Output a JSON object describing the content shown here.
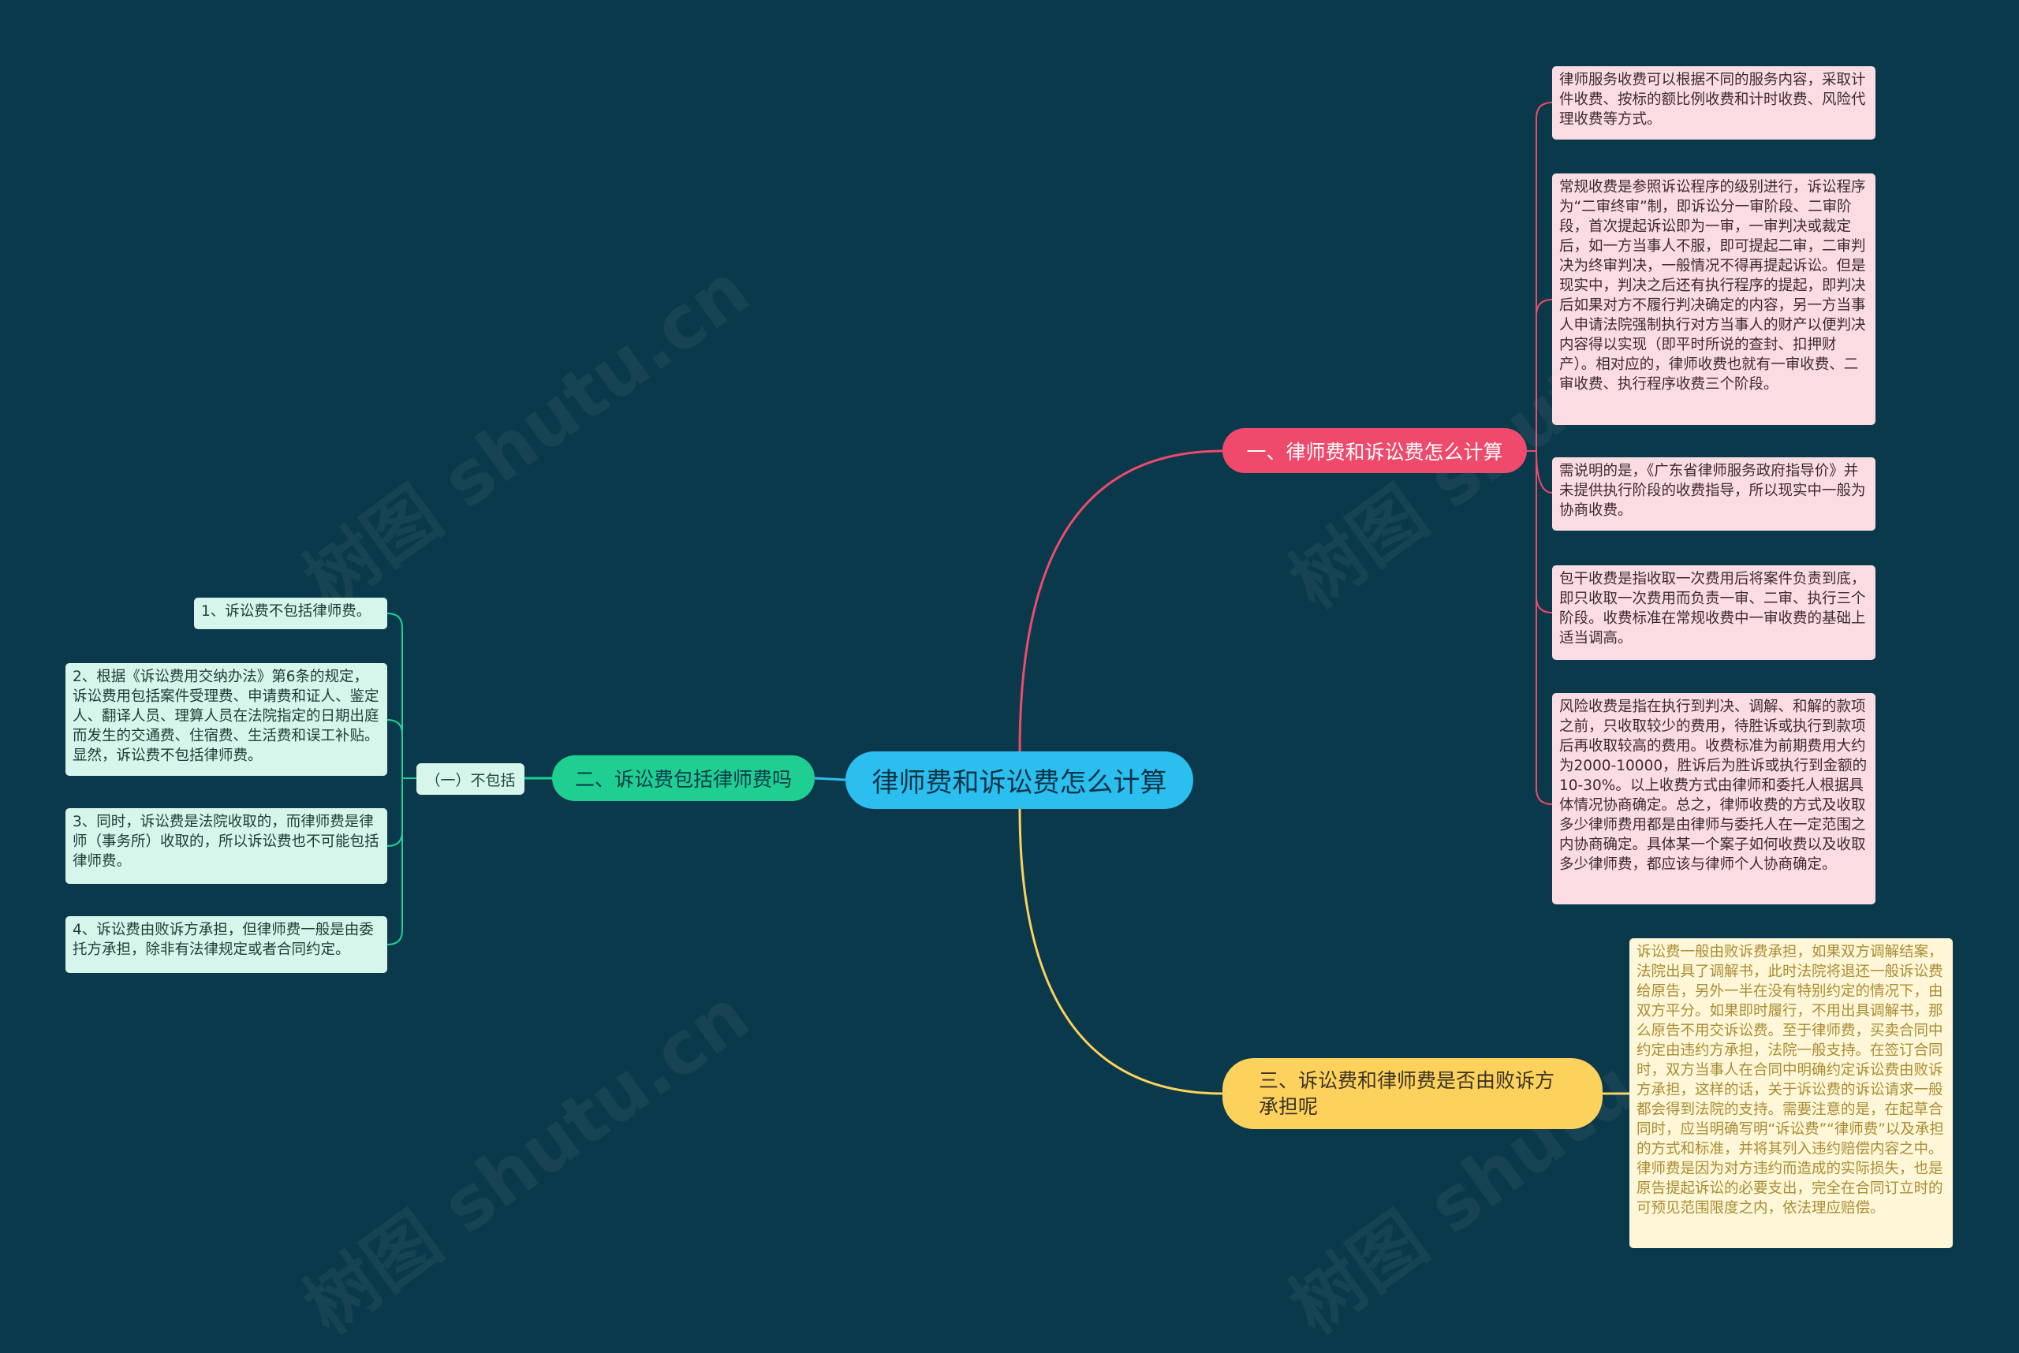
{
  "central": "律师费和诉讼费怎么计算",
  "branches": {
    "b1": {
      "label": "一、律师费和诉讼费怎么计算",
      "leaves": [
        "律师服务收费可以根据不同的服务内容，采取计件收费、按标的额比例收费和计时收费、风险代理收费等方式。",
        "常规收费是参照诉讼程序的级别进行，诉讼程序为“二审终审”制，即诉讼分一审阶段、二审阶段，首次提起诉讼即为一审，一审判决或裁定后，如一方当事人不服，即可提起二审，二审判决为终审判决，一般情况不得再提起诉讼。但是现实中，判决之后还有执行程序的提起，即判决后如果对方不履行判决确定的内容，另一方当事人申请法院强制执行对方当事人的财产以便判决内容得以实现（即平时所说的查封、扣押财产）。相对应的，律师收费也就有一审收费、二审收费、执行程序收费三个阶段。",
        "需说明的是，《广东省律师服务政府指导价》并未提供执行阶段的收费指导，所以现实中一般为协商收费。",
        "包干收费是指收取一次费用后将案件负责到底，即只收取一次费用而负责一审、二审、执行三个阶段。收费标准在常规收费中一审收费的基础上适当调高。",
        "风险收费是指在执行到判决、调解、和解的款项之前，只收取较少的费用，待胜诉或执行到款项后再收取较高的费用。收费标准为前期费用大约为2000-10000，胜诉后为胜诉或执行到金额的10-30%。以上收费方式由律师和委托人根据具体情况协商确定。总之，律师收费的方式及收取多少律师费用都是由律师与委托人在一定范围之内协商确定。具体某一个案子如何收费以及收取多少律师费，都应该与律师个人协商确定。"
      ]
    },
    "b2": {
      "label": "二、诉讼费包括律师费吗",
      "sub": "（一）不包括",
      "leaves": [
        "1、诉讼费不包括律师费。",
        "2、根据《诉讼费用交纳办法》第6条的规定，诉讼费用包括案件受理费、申请费和证人、鉴定人、翻译人员、理算人员在法院指定的日期出庭而发生的交通费、住宿费、生活费和误工补贴。显然，诉讼费不包括律师费。",
        "3、同时，诉讼费是法院收取的，而律师费是律师（事务所）收取的，所以诉讼费也不可能包括律师费。",
        "4、诉讼费由败诉方承担，但律师费一般是由委托方承担，除非有法律规定或者合同约定。"
      ]
    },
    "b3": {
      "label": "三、诉讼费和律师费是否由败诉方承担呢",
      "leaf": "诉讼费一般由败诉费承担，如果双方调解结案，法院出具了调解书，此时法院将退还一般诉讼费给原告，另外一半在没有特别约定的情况下，由双方平分。如果即时履行，不用出具调解书，那么原告不用交诉讼费。至于律师费，买卖合同中约定由违约方承担，法院一般支持。在签订合同时，双方当事人在合同中明确约定诉讼费由败诉方承担，这样的话，关于诉讼费的诉讼请求一般都会得到法院的支持。需要注意的是，在起草合同时，应当明确写明“诉讼费”“律师费”以及承担的方式和标准，并将其列入违约赔偿内容之中。律师费是因为对方违约而造成的实际损失，也是原告提起诉讼的必要支出，完全在合同订立时的可预见范围限度之内，依法理应赔偿。"
    }
  },
  "watermark": "树图 shutu.cn",
  "colors": {
    "background": "#0a394b",
    "central": "#2bbff0",
    "branch1": "#ef4a6b",
    "branch2": "#1fcf91",
    "branch3": "#fdd25c"
  }
}
